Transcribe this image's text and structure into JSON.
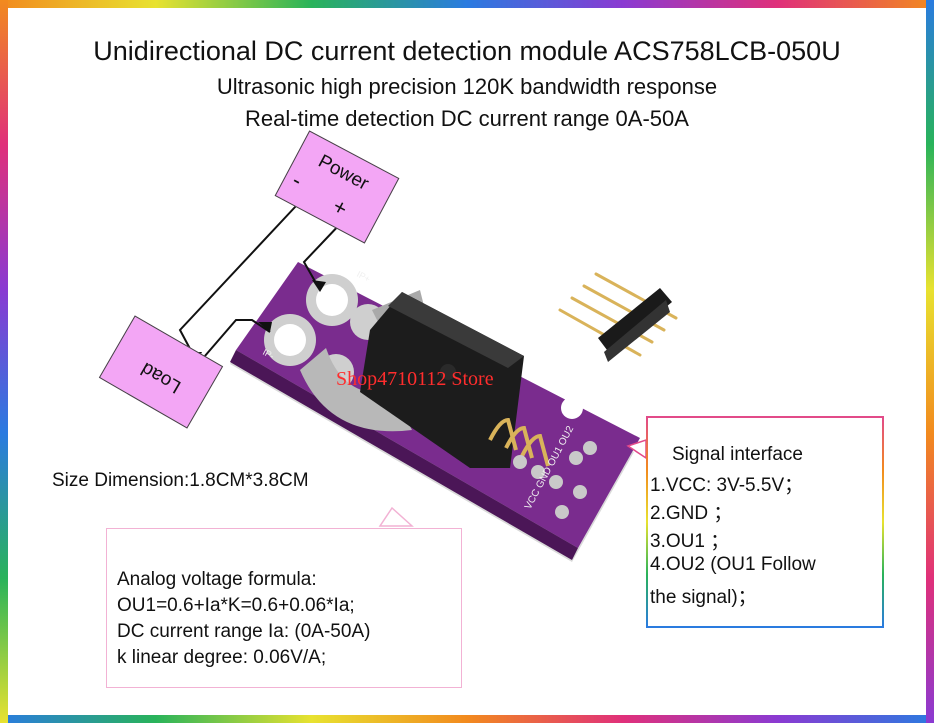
{
  "header": {
    "title": "Unidirectional DC current detection module ACS758LCB-050U",
    "line2": "Ultrasonic high precision 120K bandwidth response",
    "line3": "Real-time detection DC current range 0A-50A"
  },
  "tags": {
    "power": "Power",
    "power_minus": "-",
    "power_plus": "+",
    "load": "Load"
  },
  "board": {
    "pins_label": "VCC GND OU1 OU2",
    "ip_plus": "IP+",
    "ip_minus": "IP-"
  },
  "size": "Size Dimension:1.8CM*3.8CM",
  "analog": {
    "lines": [
      "Analog voltage formula:",
      "OU1=0.6+Ia*K=0.6+0.06*Ia;",
      "DC current range Ia: (0A-50A)",
      "k linear degree: 0.06V/A;"
    ]
  },
  "signal": {
    "lines": [
      "Signal  interface",
      "1.VCC: 3V-5.5V；",
      "2.GND ；",
      "3.OU1  ；",
      "4.OU2  (OU1 Follow",
      "the signal)；"
    ]
  },
  "watermark": "Shop4710112 Store",
  "colors": {
    "board": "#7a2c8e",
    "tag": "#f3a6f5",
    "watermark": "#ff2d2d"
  }
}
